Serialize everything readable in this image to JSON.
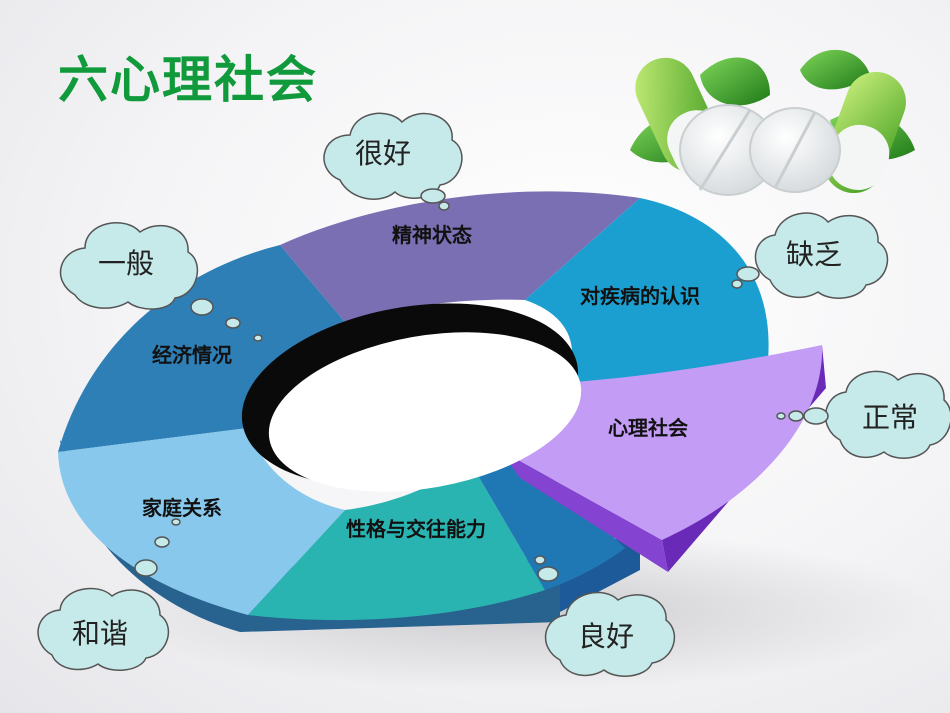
{
  "title": "六心理社会",
  "colors": {
    "title": "#109a3c",
    "segments": {
      "mental_state": "#7b6fb4",
      "disease_awareness": "#1a9fd0",
      "psychosocial": "#c39cf5",
      "personality": "#29b4b1",
      "family": "#88c8ec",
      "economic": "#2e7fb6"
    },
    "cloud_fill": "#c6e9ea",
    "cloud_stroke": "#555555"
  },
  "segments": {
    "mental_state": "精神状态",
    "disease_awareness": "对疾病的认识",
    "psychosocial": "心理社会",
    "personality": "性格与交往能力",
    "family": "家庭关系",
    "economic": "经济情况"
  },
  "clouds": {
    "mental_state": "很好",
    "disease_awareness": "缺乏",
    "psychosocial": "正常",
    "personality": "良好",
    "family": "和谐",
    "economic": "一般"
  },
  "decoration": {
    "icons": [
      "green-capsule-icon",
      "white-pill-icon",
      "green-leaf-icon"
    ]
  }
}
